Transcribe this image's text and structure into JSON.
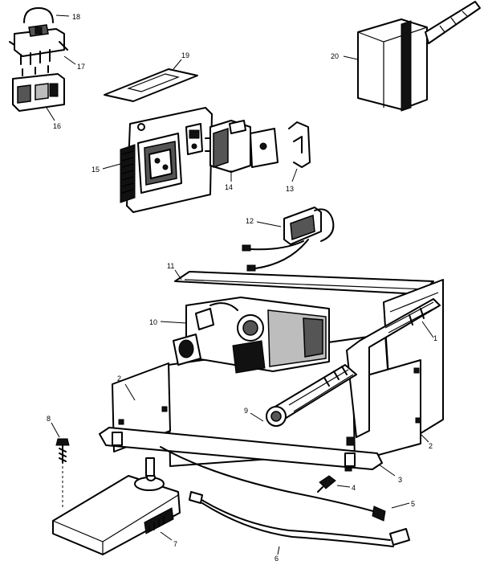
{
  "callouts": {
    "c1": "1",
    "c2a": "2",
    "c2b": "2",
    "c3": "3",
    "c4": "4",
    "c5": "5",
    "c6": "6",
    "c7": "7",
    "c8": "8",
    "c9": "9",
    "c10": "10",
    "c11": "11",
    "c12": "12",
    "c13": "13",
    "c14": "14",
    "c15": "15",
    "c16": "16",
    "c17": "17",
    "c18": "18",
    "c19": "19",
    "c20": "20"
  }
}
